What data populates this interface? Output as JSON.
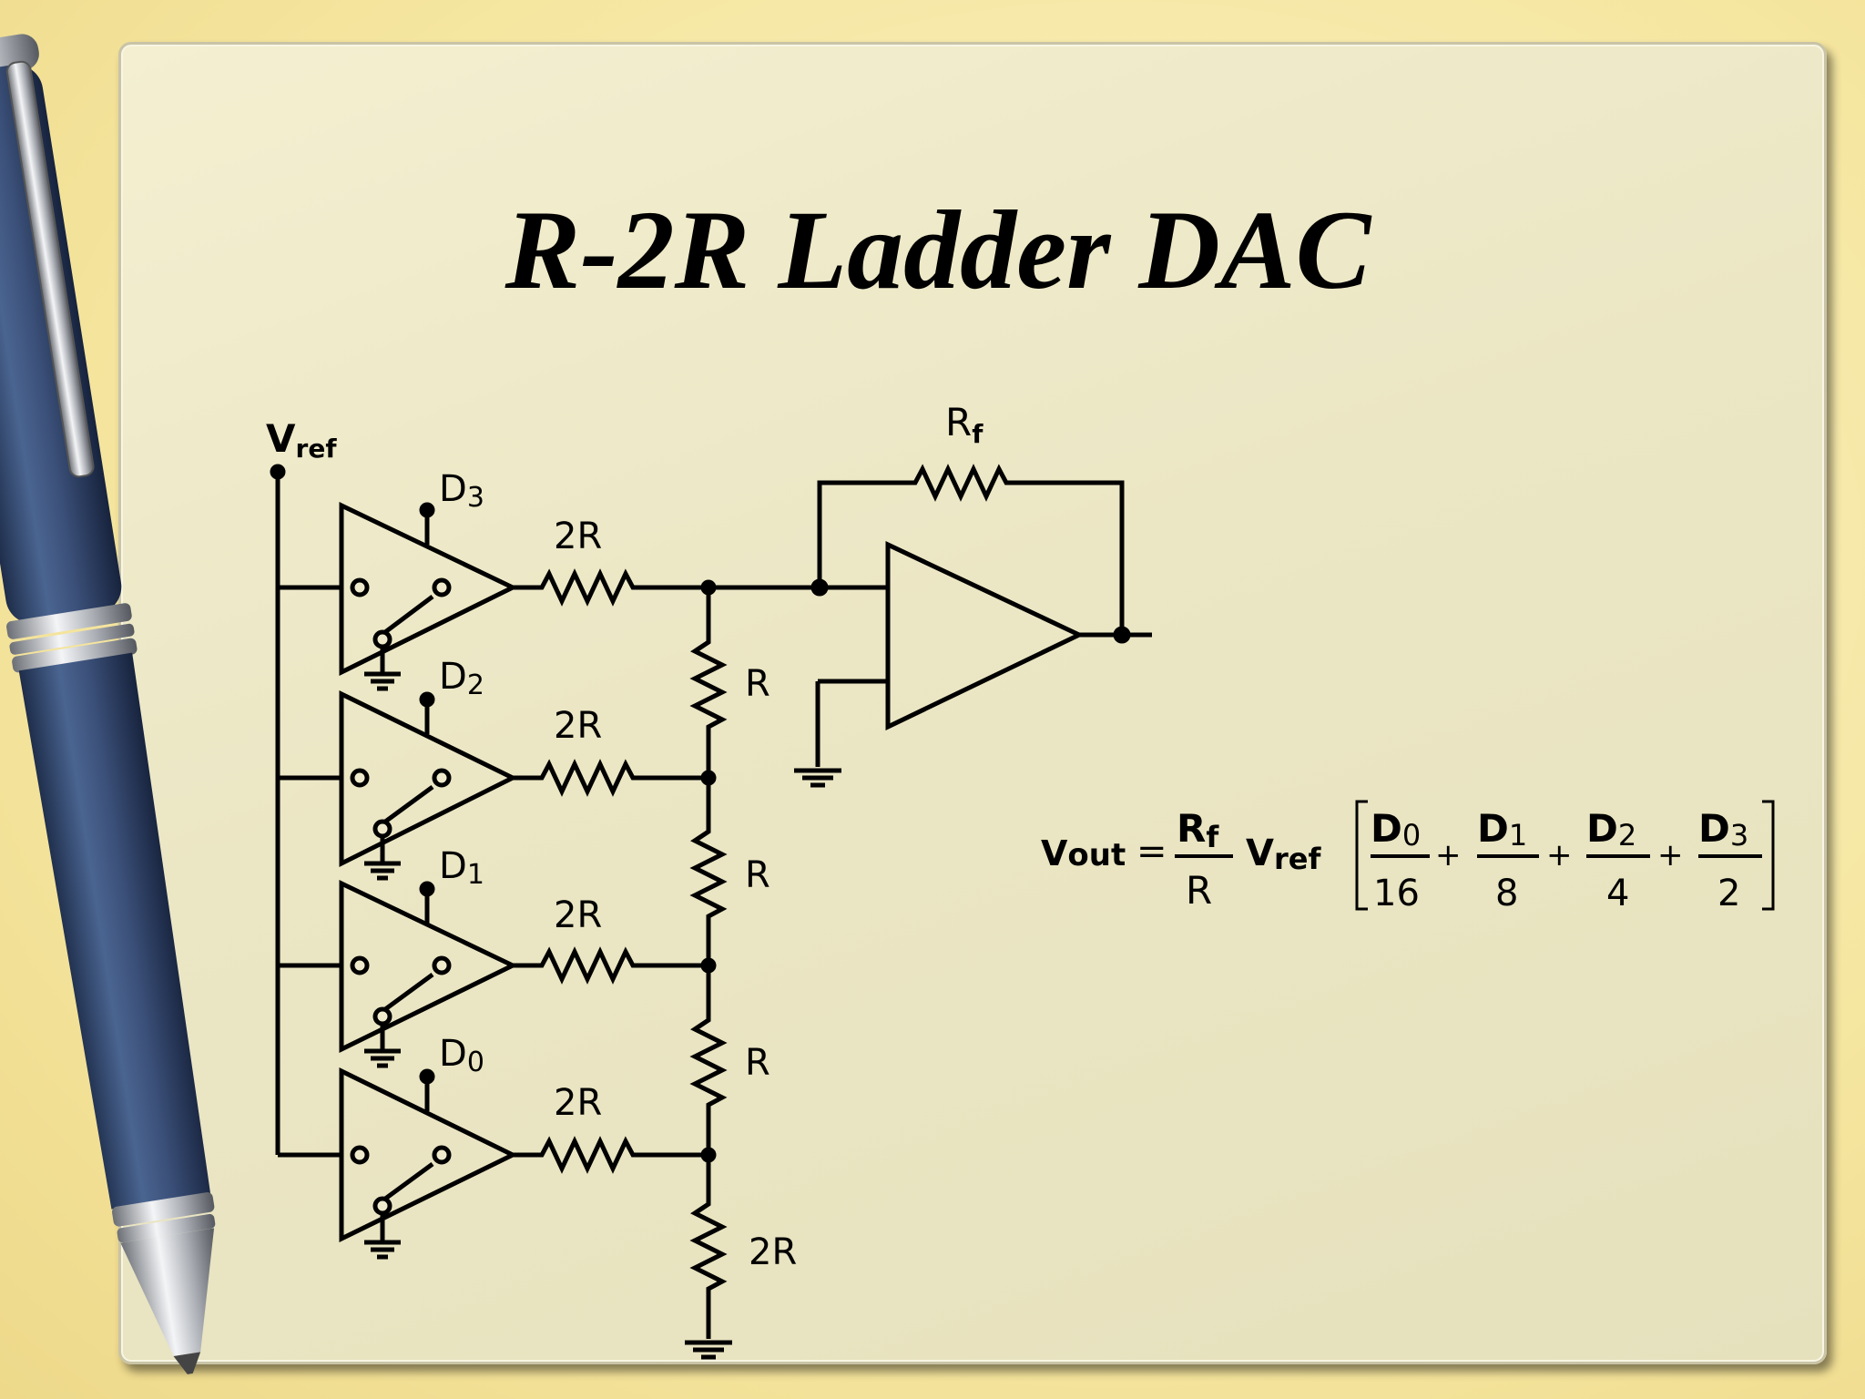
{
  "slide": {
    "title": "R-2R Ladder DAC"
  },
  "circuit": {
    "vref_label": {
      "main": "V",
      "sub": "ref"
    },
    "feedback_resistor": {
      "main": "R",
      "sub": "f"
    },
    "switches": [
      {
        "main": "D",
        "sub": "3"
      },
      {
        "main": "D",
        "sub": "2"
      },
      {
        "main": "D",
        "sub": "1"
      },
      {
        "main": "D",
        "sub": "0"
      }
    ],
    "branch_resistor_label": "2R",
    "ladder_resistor_label": "R",
    "termination_resistor_label": "2R"
  },
  "formula": {
    "lhs": {
      "main": "V",
      "sub": "out"
    },
    "equals": "=",
    "gain_num": {
      "main": "R",
      "sub": "f"
    },
    "gain_den": "R",
    "vref": {
      "main": "V",
      "sub": "ref"
    },
    "terms": [
      {
        "main": "D",
        "sub": "0",
        "den": "16"
      },
      {
        "main": "D",
        "sub": "1",
        "den": "8"
      },
      {
        "main": "D",
        "sub": "2",
        "den": "4"
      },
      {
        "main": "D",
        "sub": "3",
        "den": "2"
      }
    ],
    "plus": "+"
  }
}
